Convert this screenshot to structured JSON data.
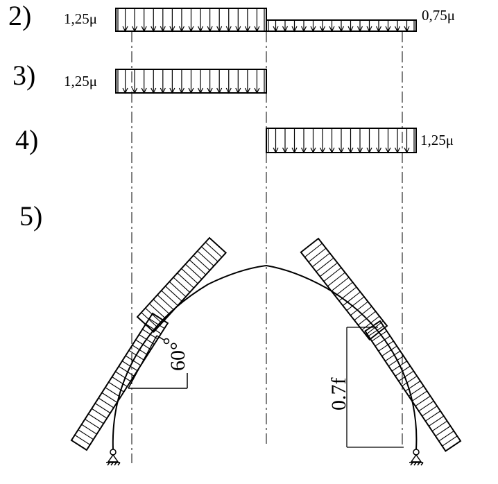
{
  "diagram": {
    "cases": [
      {
        "number": "2)",
        "left_coef": "1,25μ",
        "right_coef": "0,75μ"
      },
      {
        "number": "3)",
        "coef": "1,25μ"
      },
      {
        "number": "4)",
        "coef": "1,25μ"
      },
      {
        "number": "5)"
      }
    ],
    "angle_label": "60°",
    "height_label": "0.7f",
    "colors": {
      "line": "#000000",
      "background": "#ffffff"
    }
  }
}
